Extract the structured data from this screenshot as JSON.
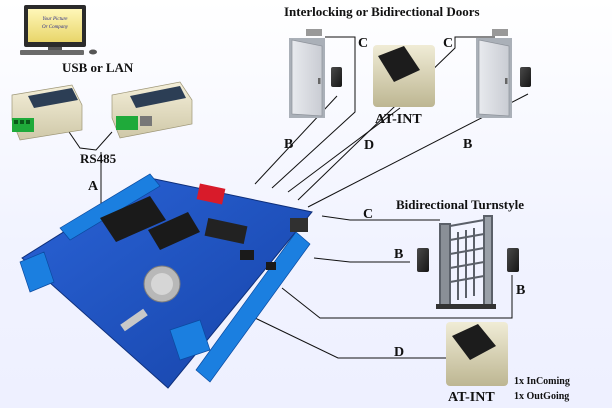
{
  "diagram": {
    "heading_doors": "Interlocking or Bidirectional Doors",
    "heading_turnstile": "Bidirectional Turnstyle",
    "label_usb_lan": "USB or LAN",
    "label_rs485": "RS485",
    "label_at_int_top": "AT-INT",
    "label_at_int_bottom": "AT-INT",
    "note_incoming": "1x InComing",
    "note_outgoing": "1x OutGoing",
    "monitor_screen_text_1": "Your Picture",
    "monitor_screen_text_2": "Or Company",
    "connection_letters": {
      "a": "A",
      "b_door_left": "B",
      "b_door_right": "B",
      "b_turn_left": "B",
      "b_turn_right": "B",
      "c_door_left": "C",
      "c_door_right": "C",
      "c_turn": "C",
      "d_top": "D",
      "d_bottom": "D"
    }
  },
  "colors": {
    "board_blue": "#1e56c8",
    "terminal_blue": "#1b7fe0",
    "relay_black": "#1a1a1a",
    "chip_red": "#d81b2a",
    "reader_dark": "#333333",
    "line": "#111111"
  }
}
